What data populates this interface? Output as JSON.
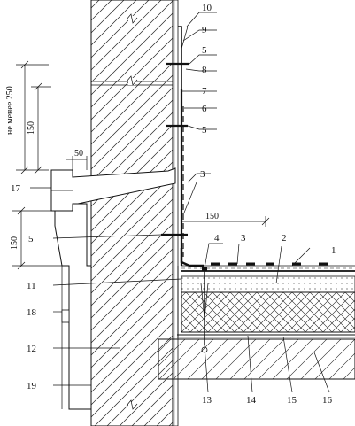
{
  "callouts": {
    "c1": "1",
    "c2": "2",
    "c3a": "3",
    "c3b": "3",
    "c4": "4",
    "c5a": "5",
    "c5b": "5",
    "c5c": "5",
    "c6": "6",
    "c7": "7",
    "c8": "8",
    "c9": "9",
    "c10": "10",
    "c11": "11",
    "c12": "12",
    "c13": "13",
    "c14": "14",
    "c15": "15",
    "c16": "16",
    "c17": "17",
    "c18": "18",
    "c19": "19"
  },
  "dimensions": {
    "min250": "не менее 250",
    "d150_upper": "150",
    "d150_lower": "150",
    "d50": "50",
    "d150_horizontal": "150"
  }
}
